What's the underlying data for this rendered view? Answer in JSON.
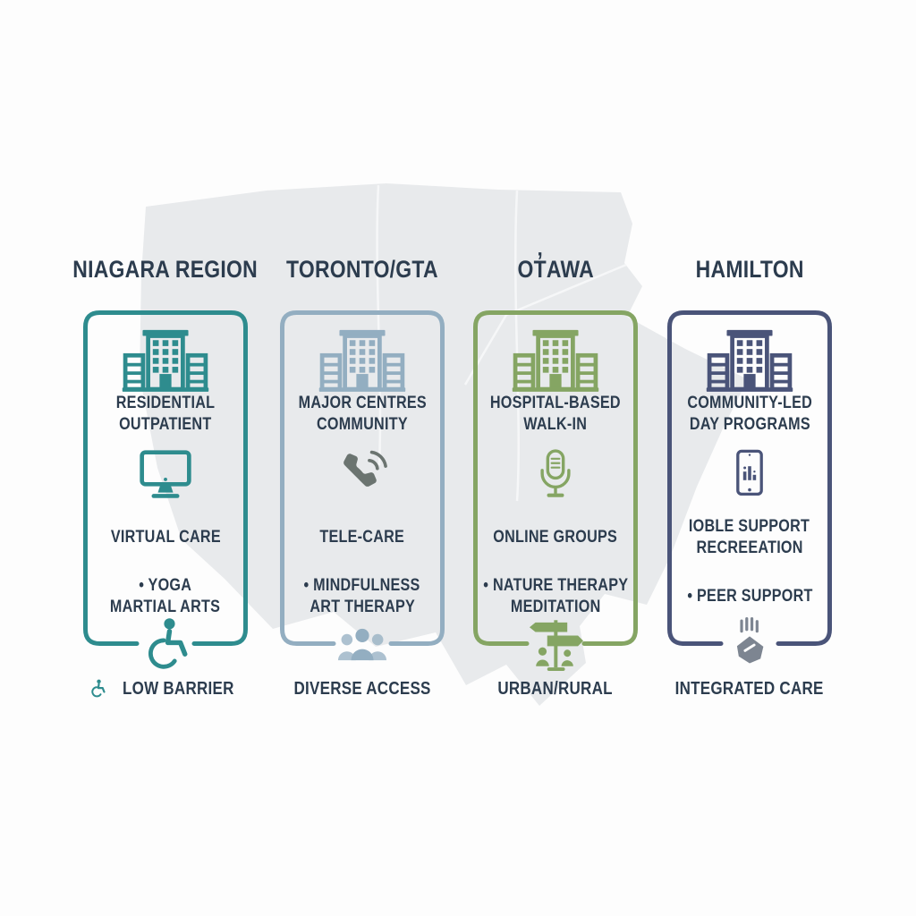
{
  "page": {
    "background": "#fdfdfd"
  },
  "text_color": "#2c3c4e",
  "map": {
    "name": "ontario-map-silhouette",
    "fill": "#e8eaec",
    "boundary_line_color": "#f6f7f8"
  },
  "columns": [
    {
      "id": "niagara",
      "header": "NIAGARA REGION",
      "accent": "#2e8c8e",
      "building_icon": "hospital-building-icon",
      "top_label_lines": [
        "RESIDENTIAL",
        "OUTPATIENT"
      ],
      "mid_icon": "monitor-icon",
      "mid_label_lines": [
        "VIRTUAL CARE"
      ],
      "bullet_lines": [
        "• YOGA",
        "MARTIAL ARTS"
      ],
      "bottom_icon": "wheelchair-icon",
      "caption": "LOW BARRIER",
      "caption_icon": "wheelchair-icon"
    },
    {
      "id": "toronto-gta",
      "header": "TORONTO/GTA",
      "accent": "#93aec1",
      "mid_icon_color": "#6b7470",
      "building_icon": "hospital-building-icon",
      "top_label_lines": [
        "MAJOR CENTRES",
        "COMMUNITY"
      ],
      "mid_icon": "phone-icon",
      "mid_label_lines": [
        "TELE-CARE"
      ],
      "bullet_lines": [
        "• MINDFULNESS",
        "ART THERAPY"
      ],
      "bottom_icon": "people-group-icon",
      "caption": "DIVERSE ACCESS"
    },
    {
      "id": "ottawa",
      "header": "OT̓AWA",
      "accent": "#85a563",
      "building_icon": "hospital-building-icon",
      "top_label_lines": [
        "HOSPITAL-BASED",
        "WALK-IN"
      ],
      "mid_icon": "microphone-icon",
      "mid_label_lines": [
        "ONLINE GROUPS"
      ],
      "bullet_lines": [
        "• NATURE THERAPY",
        "MEDITATION"
      ],
      "bottom_icon": "signpost-icon",
      "caption": "URBAN/RURAL"
    },
    {
      "id": "hamilton",
      "header": "HAMILTON",
      "accent": "#4a5479",
      "bottom_icon_color": "#7d8591",
      "building_icon": "hospital-building-icon",
      "top_label_lines": [
        "COMMUNITY-LED",
        "DAY PROGRAMS"
      ],
      "mid_icon": "tablet-icon",
      "mid_label_lines": [
        "IOBLE SUPPORT",
        "RECREEATION"
      ],
      "bullet_lines": [
        "• PEER SUPPORT"
      ],
      "bottom_icon": "handshake-icon",
      "caption": "INTEGRATED CARE"
    }
  ]
}
